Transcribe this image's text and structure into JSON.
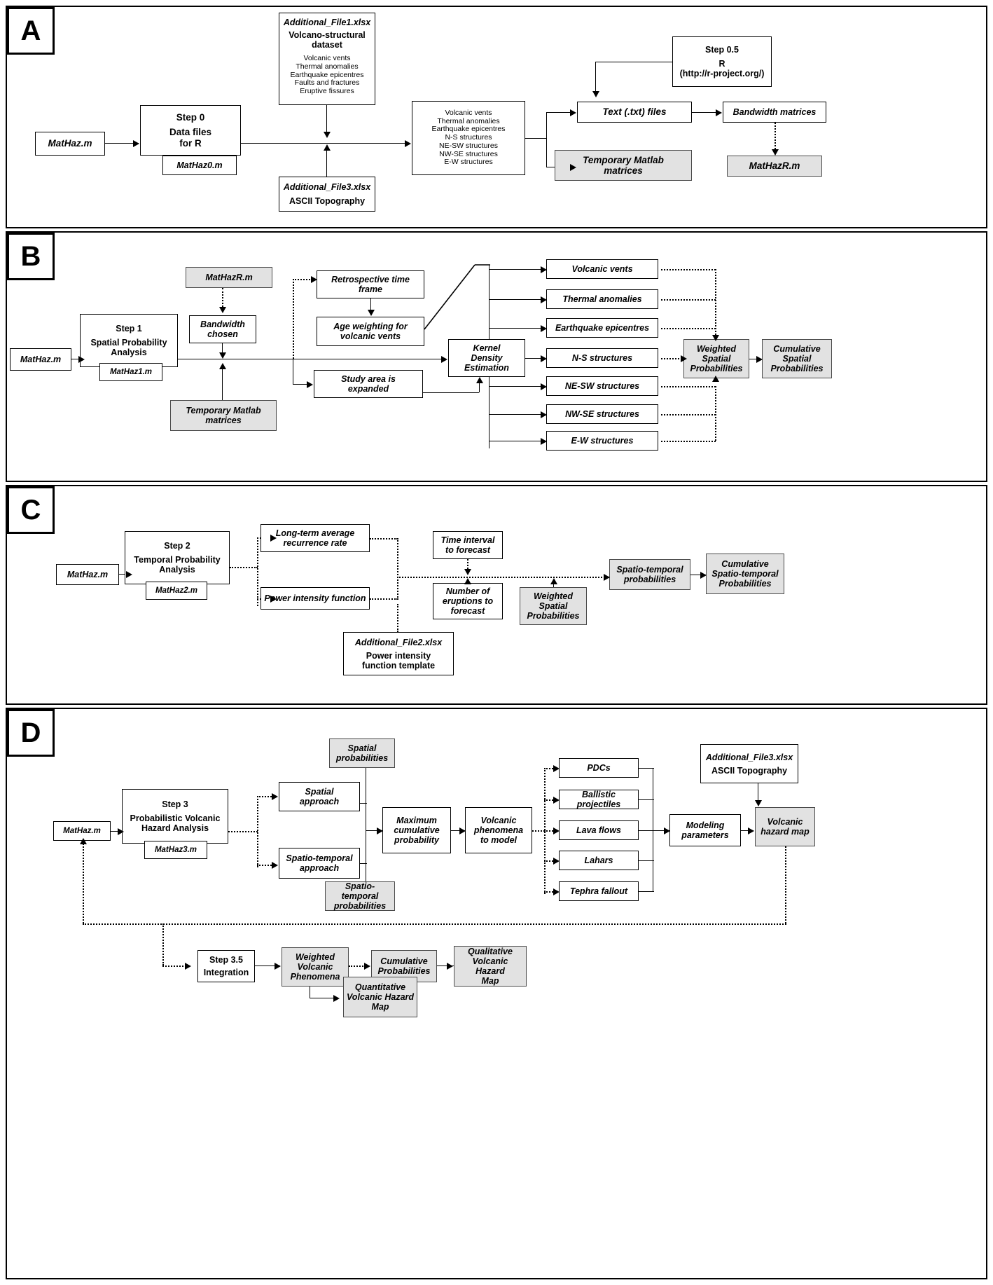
{
  "figure": {
    "type": "flowchart",
    "description": "Four-panel workflow diagram (A-D) of the MatHaz volcanic hazard analysis software"
  },
  "panels": [
    {
      "id": "A",
      "label": "A",
      "nodes": {
        "mathaz": "MatHaz.m",
        "step0_title": "Step 0",
        "step0_body": "Data files\nfor R",
        "mathaz0": "MatHaz0.m",
        "file1_name": "Additional_File1.xlsx",
        "file1_title": "Volcano-structural\ndataset",
        "file1_items": [
          "Volcanic vents",
          "Thermal anomalies",
          "Earthquake epicentres",
          "Faults and fractures",
          "Eruptive fissures"
        ],
        "file3_name": "Additional_File3.xlsx",
        "file3_body": "ASCII Topography",
        "structures": [
          "Volcanic vents",
          "Thermal anomalies",
          "Earthquake epicentres",
          "N-S structures",
          "NE-SW structures",
          "NW-SE structures",
          "E-W structures"
        ],
        "text_files": "Text (.txt) files",
        "temp_matrices": "Temporary Matlab\nmatrices",
        "step05_title": "Step 0.5",
        "step05_body": "R\n(http://r-project.org/)",
        "bandwidth_matrices": "Bandwidth matrices",
        "mathazr": "MatHazR.m"
      }
    },
    {
      "id": "B",
      "label": "B",
      "nodes": {
        "mathaz": "MatHaz.m",
        "step1_title": "Step 1",
        "step1_body": "Spatial Probability\nAnalysis",
        "mathaz1": "MatHaz1.m",
        "mathazr": "MatHazR.m",
        "bandwidth_chosen": "Bandwidth\nchosen",
        "temp_matrices": "Temporary Matlab\nmatrices",
        "retrospective": "Retrospective time\nframe",
        "age_weighting": "Age weighting for\nvolcanic vents",
        "study_area": "Study area is\nexpanded",
        "kde": "Kernel\nDensity\nEstimation",
        "outputs": [
          "Volcanic vents",
          "Thermal anomalies",
          "Earthquake epicentres",
          "N-S structures",
          "NE-SW structures",
          "NW-SE structures",
          "E-W structures"
        ],
        "weighted_spatial": "Weighted\nSpatial\nProbabilities",
        "cumulative_spatial": "Cumulative\nSpatial\nProbabilities"
      }
    },
    {
      "id": "C",
      "label": "C",
      "nodes": {
        "mathaz": "MatHaz.m",
        "step2_title": "Step 2",
        "step2_body": "Temporal Probability\nAnalysis",
        "mathaz2": "MatHaz2.m",
        "long_term": "Long-term average\nrecurrence rate",
        "power_intensity": "Power intensity function",
        "file2_name": "Additional_File2.xlsx",
        "file2_body": "Power intensity\nfunction template",
        "time_interval": "Time interval\nto forecast",
        "num_eruptions": "Number of\neruptions to\nforecast",
        "weighted_spatial": "Weighted\nSpatial\nProbabilities",
        "spatio_temporal": "Spatio-temporal\nprobabilities",
        "cumulative_spatio_temporal": "Cumulative\nSpatio-temporal\nProbabilities"
      }
    },
    {
      "id": "D",
      "label": "D",
      "nodes": {
        "mathaz": "MatHaz.m",
        "step3_title": "Step 3",
        "step3_body": "Probabilistic Volcanic\nHazard Analysis",
        "mathaz3": "MatHaz3.m",
        "spatial_approach": "Spatial\napproach",
        "spatio_temporal_approach": "Spatio-temporal\napproach",
        "spatial_probabilities": "Spatial\nprobabilities",
        "spatio_temporal_probabilities": "Spatio-temporal\nprobabilities",
        "max_cumulative": "Maximum\ncumulative\nprobability",
        "phenomena_to_model": "Volcanic\nphenomena\nto model",
        "phenomena": [
          "PDCs",
          "Ballistic projectiles",
          "Lava flows",
          "Lahars",
          "Tephra fallout"
        ],
        "file3_name": "Additional_File3.xlsx",
        "file3_body": "ASCII Topography",
        "modeling_parameters": "Modeling\nparameters",
        "hazard_map": "Volcanic\nhazard map",
        "step35_title": "Step 3.5",
        "step35_body": "Integration",
        "weighted_phenomena": "Weighted\nVolcanic\nPhenomena",
        "cumulative_probabilities": "Cumulative\nProbabilities",
        "qualitative_map": "Qualitative\nVolcanic Hazard\nMap",
        "quantitative_map": "Quantitative\nVolcanic Hazard\nMap"
      }
    }
  ],
  "colors": {
    "shaded_fill": "#e2e2e2",
    "line": "#000000",
    "background": "#ffffff"
  }
}
